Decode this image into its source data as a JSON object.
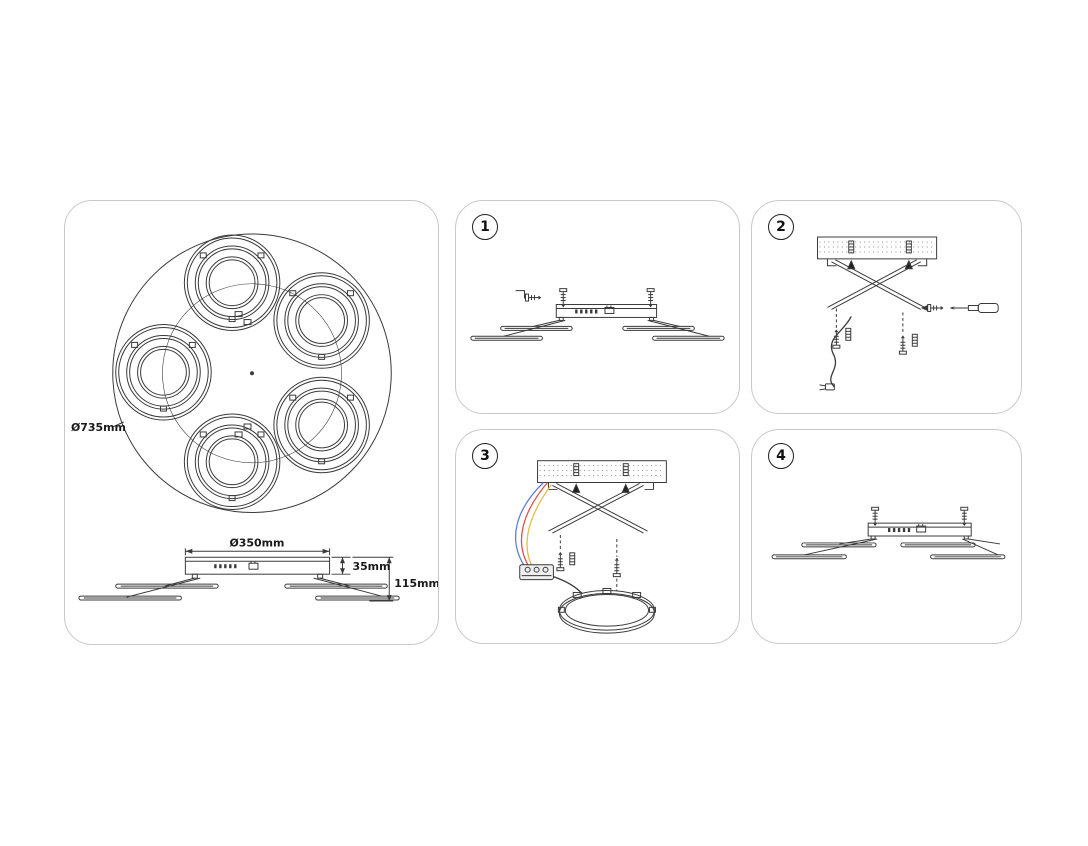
{
  "page": {
    "background": "#ffffff",
    "panel_border": "#c9c9c9",
    "line_color": "#3a3a3a"
  },
  "overview_panel": {
    "top_view_diameter": "Ø735mm",
    "side_view": {
      "canopy_diameter": "Ø350mm",
      "canopy_height": "35mm",
      "total_height": "115mm"
    }
  },
  "steps": [
    {
      "number": "1"
    },
    {
      "number": "2"
    },
    {
      "number": "3"
    },
    {
      "number": "4"
    }
  ],
  "colors": {
    "wire_blue": "#5b7fd6",
    "wire_red": "#d9534f",
    "wire_yellow": "#e2bf45"
  }
}
